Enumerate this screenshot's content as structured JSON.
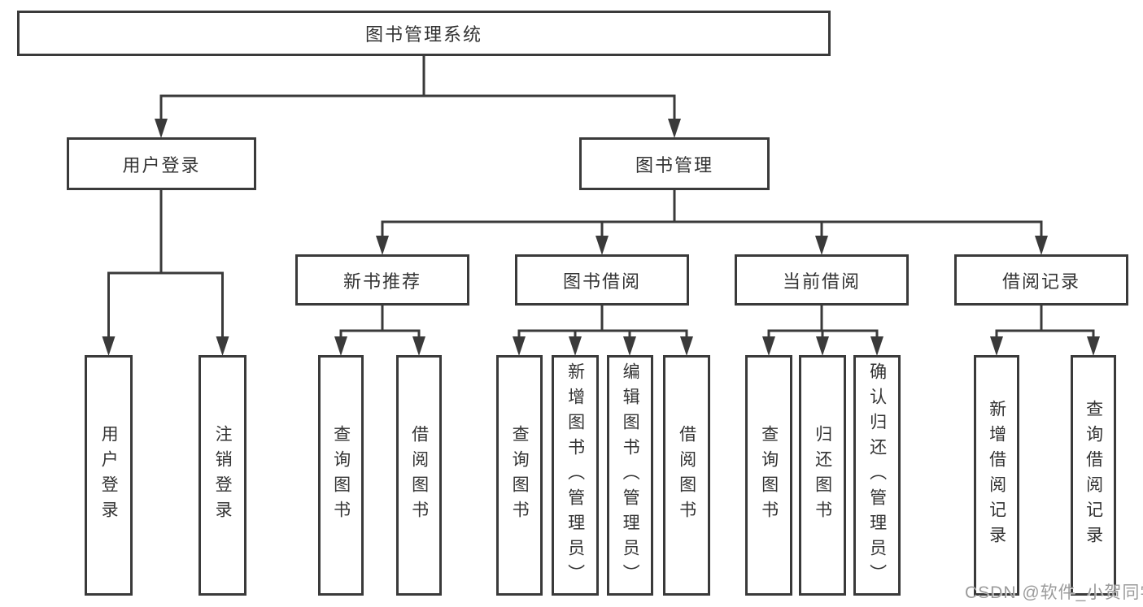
{
  "nodes": {
    "root": {
      "label": "图书管理系统"
    },
    "level2": [
      {
        "label": "用户登录"
      },
      {
        "label": "图书管理"
      }
    ],
    "level3": [
      {
        "label": "新书推荐",
        "parent": "图书管理"
      },
      {
        "label": "图书借阅",
        "parent": "图书管理"
      },
      {
        "label": "当前借阅",
        "parent": "图书管理"
      },
      {
        "label": "借阅记录",
        "parent": "图书管理"
      }
    ],
    "leaves": [
      {
        "label": "用户登录",
        "parent": "用户登录"
      },
      {
        "label": "注销登录",
        "parent": "用户登录"
      },
      {
        "label": "查询图书",
        "parent": "新书推荐"
      },
      {
        "label": "借阅图书",
        "parent": "新书推荐"
      },
      {
        "label": "查询图书",
        "parent": "图书借阅"
      },
      {
        "label": "新增图书（管理员）",
        "parent": "图书借阅"
      },
      {
        "label": "编辑图书（管理员）",
        "parent": "图书借阅"
      },
      {
        "label": "借阅图书",
        "parent": "图书借阅"
      },
      {
        "label": "查询图书",
        "parent": "当前借阅"
      },
      {
        "label": "归还图书",
        "parent": "当前借阅"
      },
      {
        "label": "确认归还（管理员）",
        "parent": "当前借阅"
      },
      {
        "label": "新增借阅记录",
        "parent": "借阅记录"
      },
      {
        "label": "查询借阅记录",
        "parent": "借阅记录"
      }
    ]
  },
  "watermark": {
    "text": "CSDN @软件_小贺同学"
  },
  "colors": {
    "line": "#3a3a3a",
    "text": "#333333",
    "background": "#ffffff",
    "watermark": "#9b9b9b"
  }
}
